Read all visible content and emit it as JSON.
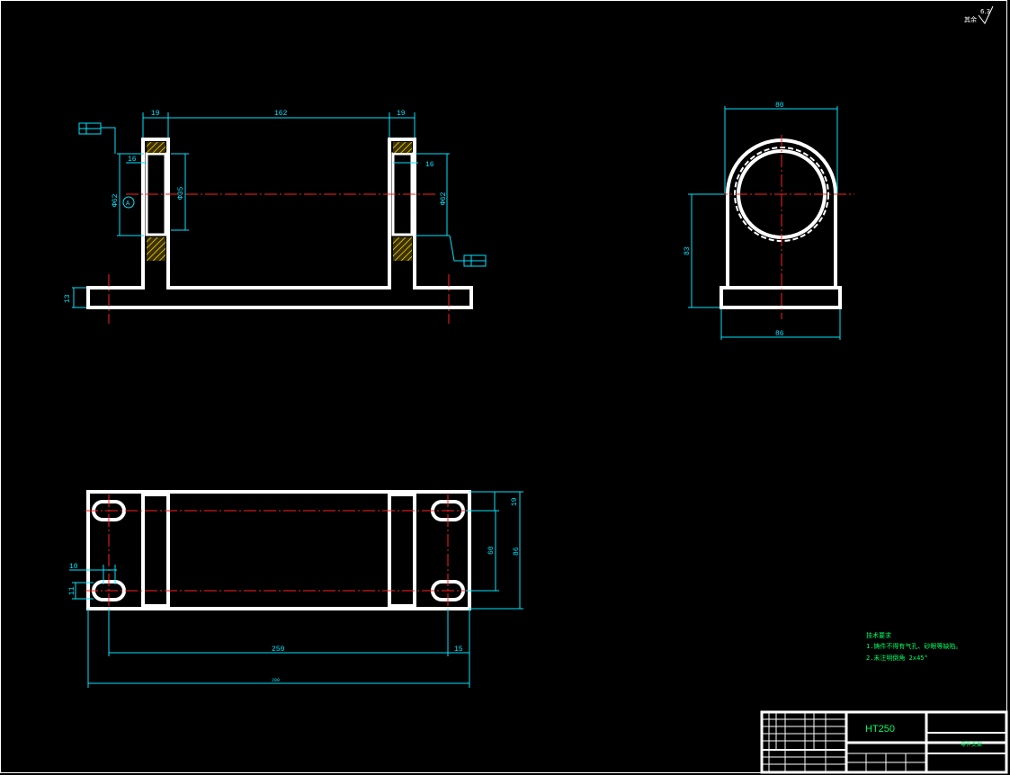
{
  "colors": {
    "background": "#000000",
    "outline": "#ffffff",
    "dimension": "#00e5ff",
    "centerline": "#ff2020",
    "hatch": "#c8b400",
    "note_text": "#00ff66"
  },
  "roughness": {
    "value": "6.3",
    "label": "其余"
  },
  "front_view": {
    "dims": {
      "left_wall": "19",
      "span": "162",
      "right_wall": "19",
      "left_inner": "16",
      "right_inner": "16",
      "left_bore": "Φ62",
      "right_bore": "Φ62",
      "inner_bore": "Φ35",
      "base_height": "13",
      "datum": "A"
    }
  },
  "side_view": {
    "dims": {
      "width_top": "80",
      "center_height": "83",
      "width_base": "86"
    }
  },
  "top_view": {
    "dims": {
      "slot_width": "10",
      "slot_height": "11",
      "offset": "19",
      "hole_spacing": "60",
      "overall_depth": "86",
      "hole_pitch": "250",
      "edge": "15",
      "overall_length": "280"
    }
  },
  "notes": {
    "title": "技术要求",
    "line1": "1.铸件不得有气孔、砂眼等缺陷。",
    "line2": "2.未注明倒角 2x45°"
  },
  "title_block": {
    "material": "HT250",
    "part_name": "零件支架"
  }
}
